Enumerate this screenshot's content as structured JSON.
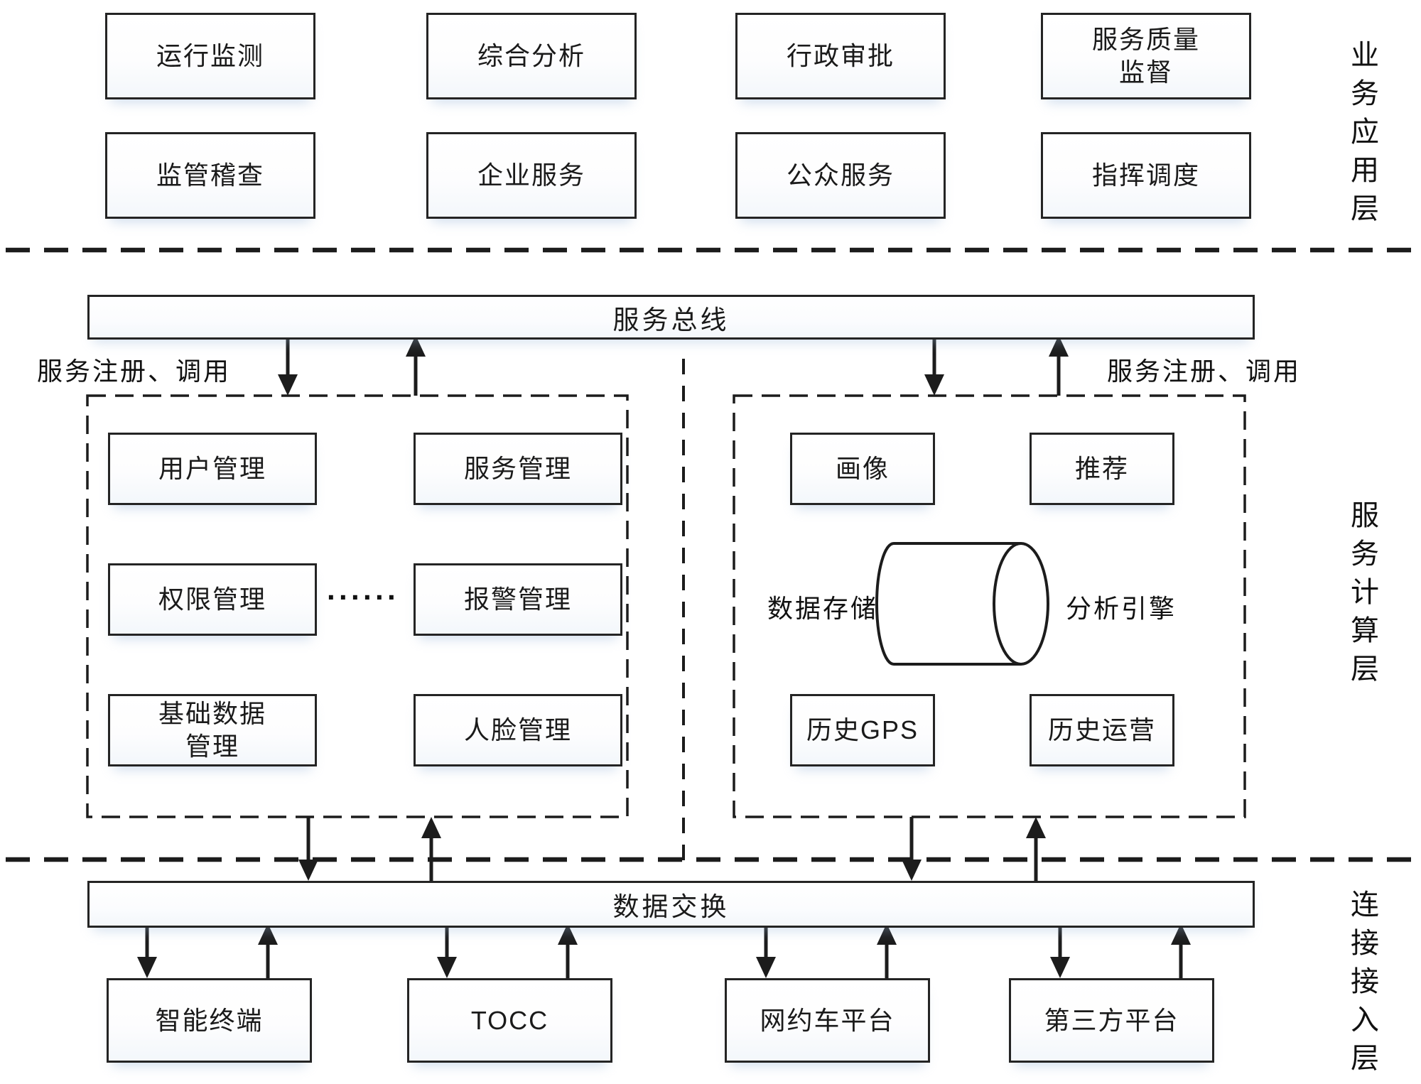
{
  "layers": {
    "business_app": {
      "side_label": "业务应用层",
      "row1": [
        "运行监测",
        "综合分析",
        "行政审批",
        "服务质量\n监督"
      ],
      "row2": [
        "监管稽查",
        "企业服务",
        "公众服务",
        "指挥调度"
      ]
    },
    "service_computing": {
      "side_label": "服务计算层",
      "service_bus_label": "服务总线",
      "left_note": "服务注册、调用",
      "right_note": "服务注册、调用",
      "platform_group": {
        "boxes": [
          "用户管理",
          "服务管理",
          "权限管理",
          "报警管理",
          "基础数据\n管理",
          "人脸管理"
        ],
        "ellipsis": "······"
      },
      "data_group": {
        "boxes": [
          "画像",
          "推荐",
          "历史GPS",
          "历史运营"
        ],
        "storage_label": "数据存储",
        "engine_label": "分析引擎"
      }
    },
    "connection_access": {
      "side_label": "连接接入层",
      "exchange_bar_label": "数据交换",
      "sources": [
        "智能终端",
        "TOCC",
        "网约车平台",
        "第三方平台"
      ]
    }
  },
  "colors": {
    "line": "#1c1c1c",
    "box_border": "#242424"
  }
}
